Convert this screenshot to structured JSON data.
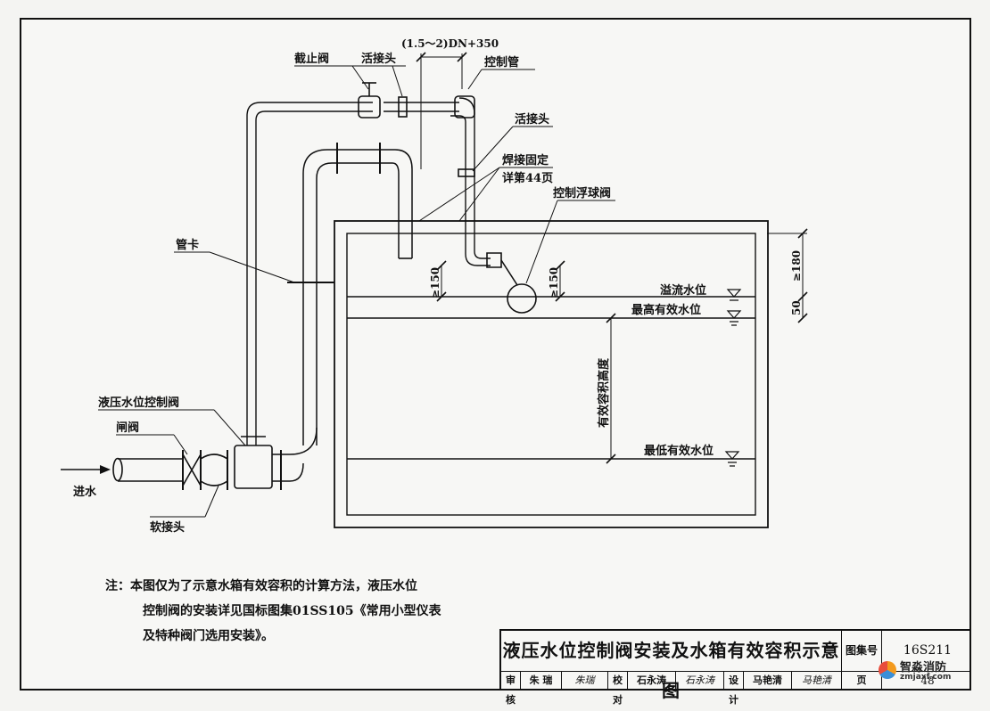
{
  "labels": {
    "stop_valve": "截止阀",
    "union_top": "活接头",
    "dimension_top": "(1.5～2)DN+350",
    "control_pipe": "控制管",
    "union_right": "活接头",
    "weld_fix": "焊接固定",
    "detail_ref": "详第44页",
    "float_valve": "控制浮球阀",
    "pipe_clamp": "管卡",
    "overflow_level": "溢流水位",
    "max_level": "最高有效水位",
    "min_level": "最低有效水位",
    "effective_height": "有效容积高度",
    "hydraulic_valve": "液压水位控制阀",
    "gate_valve": "闸阀",
    "flexible_joint": "软接头",
    "inlet": "进水",
    "dim_150_left": "≥150",
    "dim_150_right": "≥150",
    "dim_180": "≥180",
    "dim_50": "50"
  },
  "note": {
    "line1": "注：本图仅为了示意水箱有效容积的计算方法，液压水位",
    "line2": "控制阀的安装详见国标图集01SS105《常用小型仪表",
    "line3": "及特种阀门选用安装》。"
  },
  "title_block": {
    "title": "液压水位控制阀安装及水箱有效容积示意图",
    "atlas_label": "图集号",
    "atlas_no": "16S211",
    "page_label": "页",
    "page_no": "48",
    "review_label": "审核",
    "review_name": "朱 瑞",
    "review_sig": "朱瑞",
    "check_label": "校对",
    "check_name": "石永涛",
    "check_sig": "石永涛",
    "design_label": "设计",
    "design_name": "马艳清",
    "design_sig": "马艳清"
  },
  "watermark": {
    "cn": "智淼消防",
    "en": "zmjaxf.com"
  }
}
